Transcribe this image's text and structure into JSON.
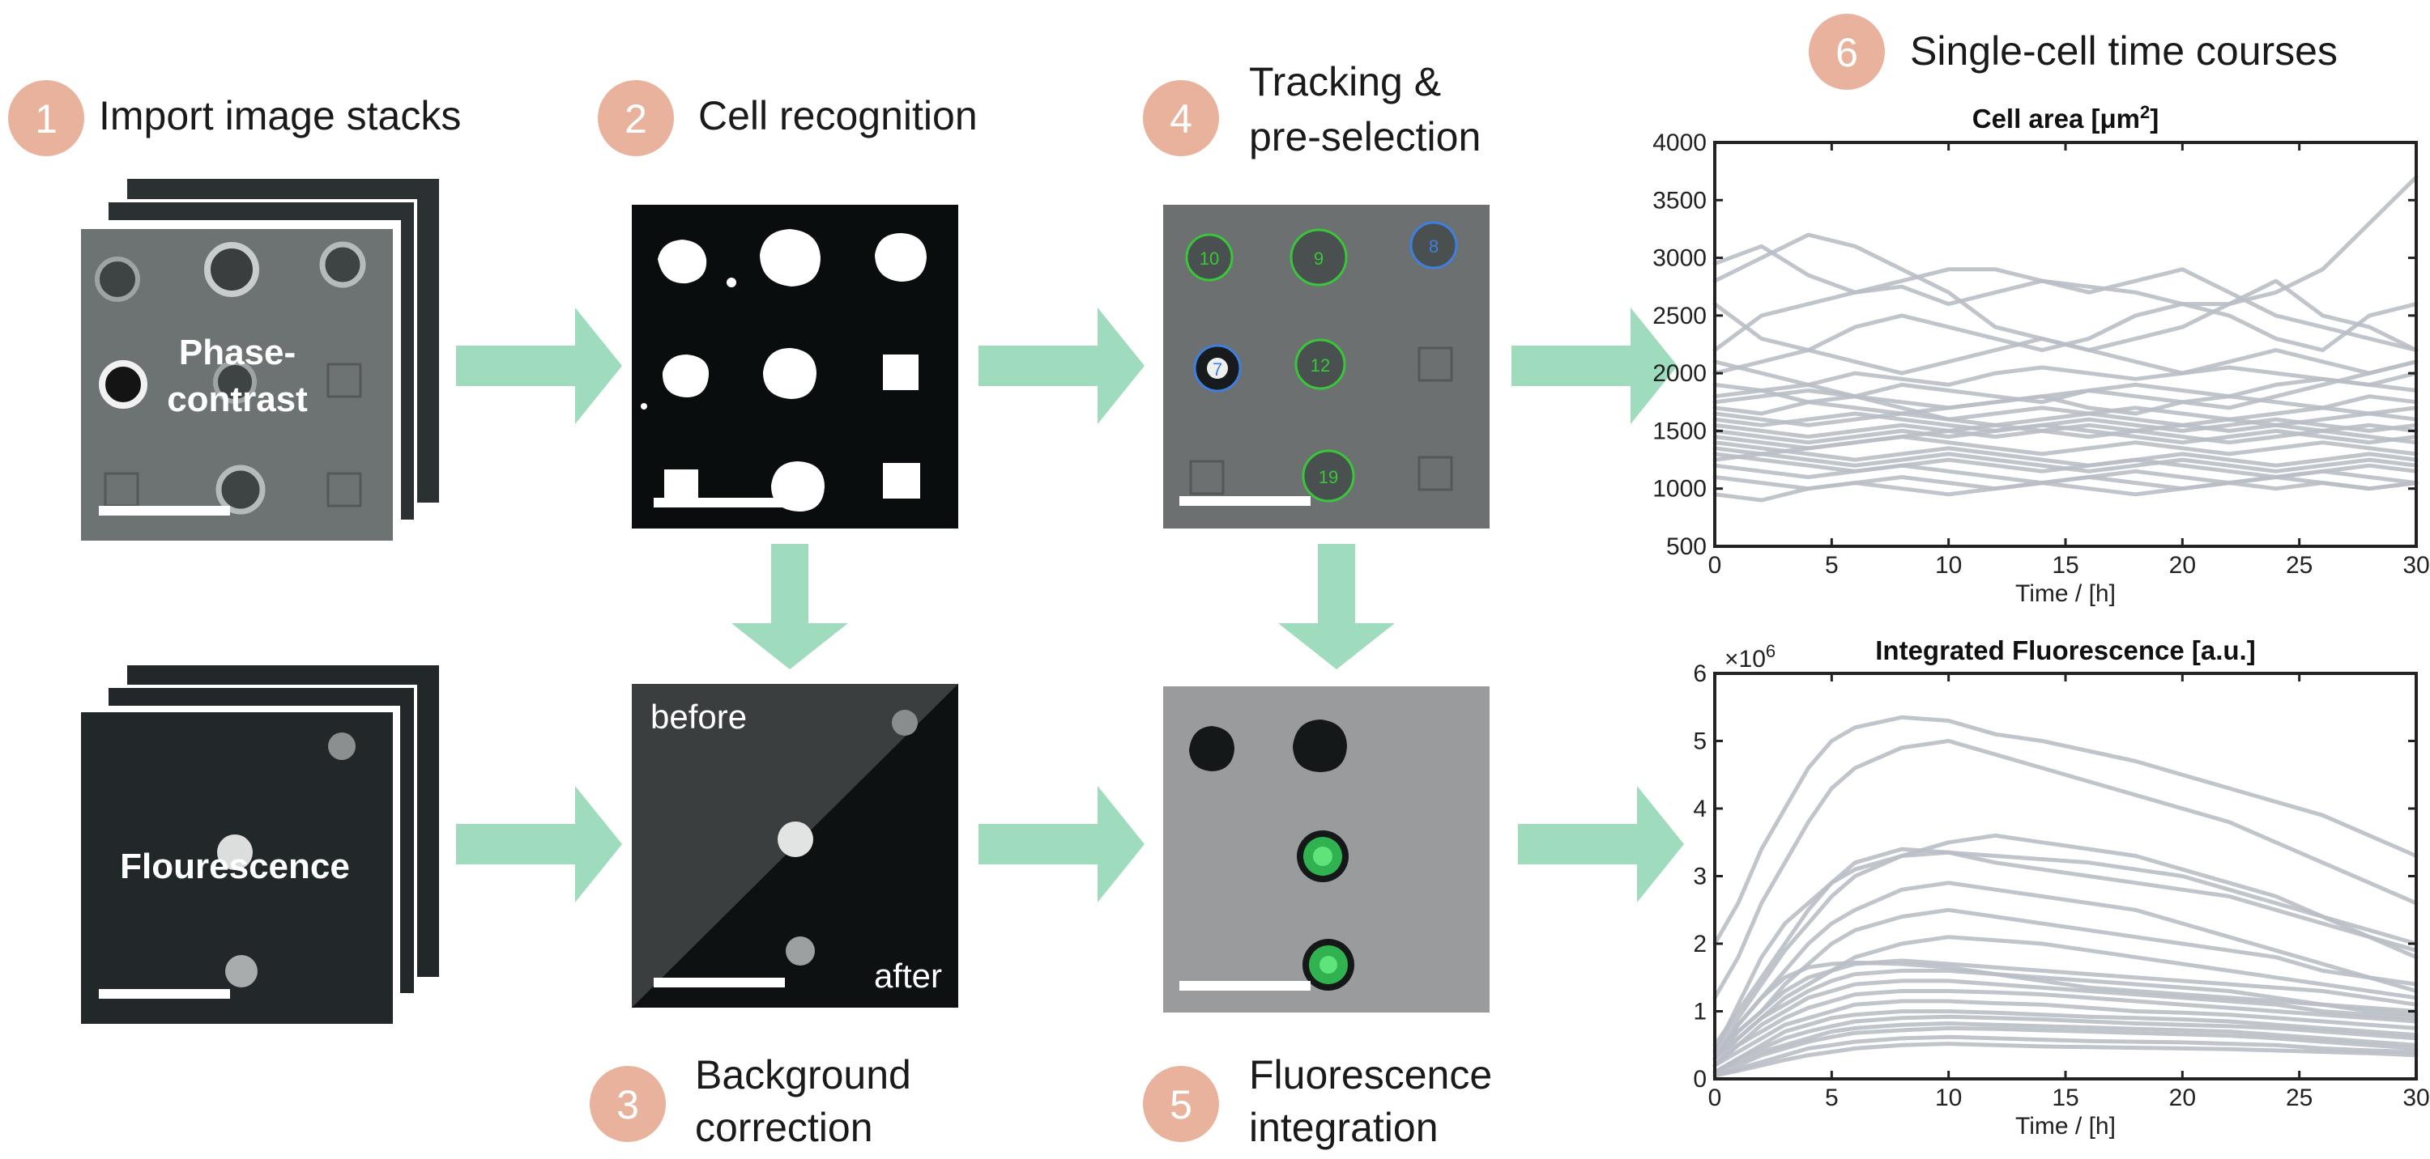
{
  "steps": {
    "import": {
      "number": "1",
      "label": "Import image stacks"
    },
    "recognition": {
      "number": "2",
      "label": "Cell recognition"
    },
    "background": {
      "number": "3",
      "line1": "Background",
      "line2": "correction"
    },
    "tracking": {
      "number": "4",
      "line1": "Tracking &",
      "line2": "pre-selection"
    },
    "fluorescence": {
      "number": "5",
      "line1": "Fluorescence",
      "line2": "integration"
    },
    "timecourses": {
      "number": "6",
      "label": "Single-cell time courses"
    }
  },
  "images": {
    "phase_label_1": "Phase-",
    "phase_label_2": "contrast",
    "fluorescence_label": "Flourescence",
    "before_label": "before",
    "after_label": "after",
    "tracking_ids": [
      "10",
      "9",
      "8",
      "7",
      "12",
      "19"
    ]
  },
  "colors": {
    "step_circle": "#e9b29c",
    "arrow": "#9fdcbd",
    "trace": "#b9bec5",
    "tracked_green": "#39c63a",
    "tracked_blue": "#3f7fe0"
  },
  "chart_data": [
    {
      "type": "line",
      "title": "Cell area [μm",
      "title_superscript": "2",
      "title_suffix": "]",
      "xlabel": "Time / [h]",
      "ylabel": "",
      "xlim": [
        0,
        30
      ],
      "ylim": [
        500,
        4000
      ],
      "xticks": [
        0,
        5,
        10,
        15,
        20,
        25,
        30
      ],
      "yticks": [
        500,
        1000,
        1500,
        2000,
        2500,
        3000,
        3500,
        4000
      ],
      "x": [
        0,
        2,
        4,
        6,
        8,
        10,
        12,
        14,
        16,
        18,
        20,
        22,
        24,
        26,
        28,
        30
      ],
      "series": [
        {
          "values": [
            2950,
            3100,
            2850,
            2700,
            2750,
            2600,
            2700,
            2800,
            2750,
            2700,
            2600,
            2600,
            2700,
            2900,
            3300,
            3700
          ]
        },
        {
          "values": [
            2800,
            3000,
            3200,
            3100,
            2900,
            2700,
            2400,
            2300,
            2200,
            2300,
            2400,
            2600,
            2800,
            2500,
            2400,
            2200
          ]
        },
        {
          "values": [
            2200,
            2500,
            2600,
            2700,
            2800,
            2900,
            2900,
            2800,
            2700,
            2800,
            2900,
            2700,
            2500,
            2400,
            2300,
            2200
          ]
        },
        {
          "values": [
            2600,
            2300,
            2200,
            2400,
            2500,
            2400,
            2300,
            2200,
            2300,
            2500,
            2600,
            2500,
            2300,
            2200,
            2500,
            2600
          ]
        },
        {
          "values": [
            2000,
            2100,
            2200,
            2100,
            2000,
            2100,
            2200,
            2300,
            2200,
            2100,
            2000,
            2100,
            2200,
            2100,
            2000,
            2100
          ]
        },
        {
          "values": [
            1900,
            1850,
            1900,
            2000,
            1950,
            1900,
            2000,
            2050,
            2000,
            1950,
            2000,
            2050,
            2000,
            1950,
            1900,
            2000
          ]
        },
        {
          "values": [
            1800,
            1850,
            1750,
            1800,
            1900,
            1850,
            1800,
            1750,
            1850,
            1900,
            1850,
            1800,
            1900,
            1950,
            1900,
            1850
          ]
        },
        {
          "values": [
            1700,
            1650,
            1750,
            1700,
            1650,
            1700,
            1750,
            1800,
            1700,
            1650,
            1750,
            1800,
            1750,
            1700,
            1800,
            1750
          ]
        },
        {
          "values": [
            1650,
            1600,
            1550,
            1600,
            1650,
            1600,
            1550,
            1600,
            1650,
            1700,
            1650,
            1600,
            1650,
            1700,
            1650,
            1600
          ]
        },
        {
          "values": [
            1600,
            1550,
            1600,
            1650,
            1600,
            1550,
            1500,
            1550,
            1600,
            1550,
            1500,
            1550,
            1600,
            1550,
            1500,
            1550
          ]
        },
        {
          "values": [
            1550,
            1500,
            1450,
            1500,
            1550,
            1500,
            1450,
            1500,
            1550,
            1500,
            1450,
            1400,
            1450,
            1500,
            1550,
            1500
          ]
        },
        {
          "values": [
            1500,
            1450,
            1400,
            1450,
            1500,
            1450,
            1500,
            1550,
            1500,
            1450,
            1400,
            1450,
            1500,
            1450,
            1400,
            1450
          ]
        },
        {
          "values": [
            1450,
            1400,
            1350,
            1400,
            1450,
            1400,
            1350,
            1300,
            1350,
            1400,
            1350,
            1300,
            1350,
            1400,
            1350,
            1300
          ]
        },
        {
          "values": [
            1400,
            1350,
            1300,
            1250,
            1300,
            1350,
            1300,
            1250,
            1200,
            1250,
            1300,
            1250,
            1200,
            1250,
            1300,
            1250
          ]
        },
        {
          "values": [
            1350,
            1300,
            1250,
            1200,
            1250,
            1300,
            1250,
            1200,
            1150,
            1200,
            1250,
            1200,
            1150,
            1200,
            1250,
            1200
          ]
        },
        {
          "values": [
            1300,
            1250,
            1200,
            1150,
            1200,
            1250,
            1200,
            1150,
            1200,
            1250,
            1200,
            1150,
            1100,
            1150,
            1200,
            1150
          ]
        },
        {
          "values": [
            1200,
            1150,
            1100,
            1150,
            1200,
            1150,
            1100,
            1050,
            1100,
            1150,
            1100,
            1050,
            1100,
            1150,
            1100,
            1050
          ]
        },
        {
          "values": [
            1100,
            1050,
            1000,
            1050,
            1100,
            1050,
            1000,
            1050,
            1100,
            1050,
            1000,
            1050,
            1100,
            1050,
            1000,
            1050
          ]
        },
        {
          "values": [
            950,
            900,
            1000,
            1050,
            1000,
            950,
            1000,
            1050,
            1000,
            950,
            1000,
            1050,
            1000,
            1050,
            1000,
            1050
          ]
        },
        {
          "values": [
            1750,
            1800,
            1850,
            1800,
            1750,
            1700,
            1750,
            1800,
            1850,
            1800,
            1750,
            1700,
            1800,
            1900,
            2000,
            2100
          ]
        },
        {
          "values": [
            1250,
            1300,
            1350,
            1400,
            1450,
            1500,
            1550,
            1500,
            1450,
            1500,
            1550,
            1600,
            1550,
            1500,
            1450,
            1400
          ]
        },
        {
          "values": [
            2100,
            2000,
            1900,
            1800,
            1700,
            1600,
            1650,
            1700,
            1650,
            1600,
            1550,
            1500,
            1550,
            1600,
            1650,
            1700
          ]
        }
      ]
    },
    {
      "type": "line",
      "title": "Integrated Fluorescence [a.u.]",
      "xlabel": "Time / [h]",
      "ylabel": "",
      "exponent_label": "×10",
      "exponent_superscript": "6",
      "xlim": [
        0,
        30
      ],
      "ylim": [
        0,
        6
      ],
      "xticks": [
        0,
        5,
        10,
        15,
        20,
        25,
        30
      ],
      "yticks": [
        0,
        1,
        2,
        3,
        4,
        5,
        6
      ],
      "x": [
        0,
        1,
        2,
        3,
        4,
        5,
        6,
        8,
        10,
        12,
        14,
        16,
        18,
        20,
        22,
        24,
        26,
        28,
        30
      ],
      "series": [
        {
          "values": [
            2.0,
            2.6,
            3.4,
            4.0,
            4.6,
            5.0,
            5.2,
            5.35,
            5.3,
            5.1,
            5.0,
            4.85,
            4.7,
            4.5,
            4.3,
            4.1,
            3.9,
            3.6,
            3.3
          ]
        },
        {
          "values": [
            1.2,
            1.8,
            2.6,
            3.2,
            3.8,
            4.3,
            4.6,
            4.9,
            5.0,
            4.8,
            4.6,
            4.4,
            4.2,
            4.0,
            3.8,
            3.5,
            3.2,
            2.9,
            2.6
          ]
        },
        {
          "values": [
            0.5,
            1.0,
            1.5,
            2.0,
            2.5,
            2.9,
            3.2,
            3.4,
            3.35,
            3.2,
            3.1,
            3.0,
            2.9,
            2.8,
            2.7,
            2.5,
            2.3,
            2.1,
            1.9
          ]
        },
        {
          "values": [
            0.4,
            0.9,
            1.4,
            1.9,
            2.3,
            2.7,
            3.0,
            3.3,
            3.5,
            3.6,
            3.5,
            3.4,
            3.3,
            3.1,
            2.9,
            2.7,
            2.4,
            2.1,
            1.8
          ]
        },
        {
          "values": [
            0.3,
            0.8,
            1.2,
            1.6,
            2.0,
            2.3,
            2.5,
            2.8,
            2.9,
            2.8,
            2.7,
            2.6,
            2.5,
            2.3,
            2.1,
            1.9,
            1.7,
            1.5,
            1.3
          ]
        },
        {
          "values": [
            0.3,
            0.7,
            1.0,
            1.4,
            1.7,
            2.0,
            2.2,
            2.4,
            2.5,
            2.4,
            2.3,
            2.2,
            2.1,
            2.0,
            1.9,
            1.8,
            1.6,
            1.5,
            1.4
          ]
        },
        {
          "values": [
            0.2,
            0.6,
            0.9,
            1.2,
            1.4,
            1.6,
            1.8,
            2.0,
            2.1,
            2.05,
            2.0,
            1.9,
            1.8,
            1.7,
            1.6,
            1.5,
            1.4,
            1.3,
            1.2
          ]
        },
        {
          "values": [
            0.3,
            0.7,
            1.0,
            1.3,
            1.5,
            1.6,
            1.7,
            1.75,
            1.7,
            1.65,
            1.6,
            1.55,
            1.5,
            1.45,
            1.4,
            1.35,
            1.3,
            1.2,
            1.1
          ]
        },
        {
          "values": [
            0.3,
            0.6,
            0.9,
            1.1,
            1.3,
            1.45,
            1.55,
            1.6,
            1.6,
            1.55,
            1.5,
            1.45,
            1.4,
            1.35,
            1.3,
            1.2,
            1.1,
            1.0,
            0.95
          ]
        },
        {
          "values": [
            0.2,
            0.5,
            0.8,
            1.0,
            1.2,
            1.3,
            1.4,
            1.45,
            1.45,
            1.4,
            1.35,
            1.3,
            1.25,
            1.2,
            1.15,
            1.1,
            1.0,
            0.95,
            0.9
          ]
        },
        {
          "values": [
            0.2,
            0.5,
            0.7,
            0.9,
            1.05,
            1.15,
            1.25,
            1.3,
            1.3,
            1.28,
            1.25,
            1.2,
            1.15,
            1.1,
            1.05,
            1.0,
            0.95,
            0.9,
            0.85
          ]
        },
        {
          "values": [
            0.2,
            0.4,
            0.6,
            0.8,
            0.9,
            1.0,
            1.1,
            1.15,
            1.15,
            1.12,
            1.1,
            1.05,
            1.0,
            0.98,
            0.95,
            0.9,
            0.85,
            0.8,
            0.75
          ]
        },
        {
          "values": [
            0.1,
            0.3,
            0.5,
            0.7,
            0.8,
            0.9,
            0.95,
            1.0,
            1.0,
            0.98,
            0.95,
            0.92,
            0.9,
            0.88,
            0.85,
            0.8,
            0.75,
            0.7,
            0.65
          ]
        },
        {
          "values": [
            0.1,
            0.3,
            0.45,
            0.6,
            0.7,
            0.78,
            0.85,
            0.9,
            0.92,
            0.9,
            0.88,
            0.85,
            0.82,
            0.8,
            0.78,
            0.75,
            0.7,
            0.65,
            0.6
          ]
        },
        {
          "values": [
            0.1,
            0.25,
            0.4,
            0.5,
            0.6,
            0.7,
            0.75,
            0.8,
            0.82,
            0.8,
            0.78,
            0.76,
            0.74,
            0.72,
            0.7,
            0.65,
            0.6,
            0.55,
            0.5
          ]
        },
        {
          "values": [
            0.1,
            0.2,
            0.35,
            0.45,
            0.55,
            0.62,
            0.68,
            0.72,
            0.75,
            0.74,
            0.72,
            0.7,
            0.68,
            0.66,
            0.64,
            0.6,
            0.55,
            0.5,
            0.45
          ]
        },
        {
          "values": [
            0.05,
            0.15,
            0.25,
            0.35,
            0.45,
            0.5,
            0.55,
            0.6,
            0.62,
            0.6,
            0.58,
            0.56,
            0.55,
            0.54,
            0.52,
            0.5,
            0.45,
            0.42,
            0.4
          ]
        },
        {
          "values": [
            0.05,
            0.12,
            0.2,
            0.28,
            0.35,
            0.4,
            0.45,
            0.5,
            0.52,
            0.5,
            0.48,
            0.47,
            0.46,
            0.45,
            0.44,
            0.42,
            0.4,
            0.38,
            0.35
          ]
        },
        {
          "values": [
            0.3,
            0.8,
            1.2,
            1.5,
            1.65,
            1.7,
            1.72,
            1.7,
            1.65,
            1.55,
            1.45,
            1.35,
            1.3,
            1.25,
            1.2,
            1.15,
            1.1,
            1.05,
            1.0
          ]
        },
        {
          "values": [
            0.4,
            1.1,
            1.8,
            2.3,
            2.6,
            2.9,
            3.1,
            3.3,
            3.35,
            3.3,
            3.25,
            3.2,
            3.1,
            3.0,
            2.8,
            2.6,
            2.4,
            2.2,
            2.0
          ]
        }
      ]
    }
  ]
}
